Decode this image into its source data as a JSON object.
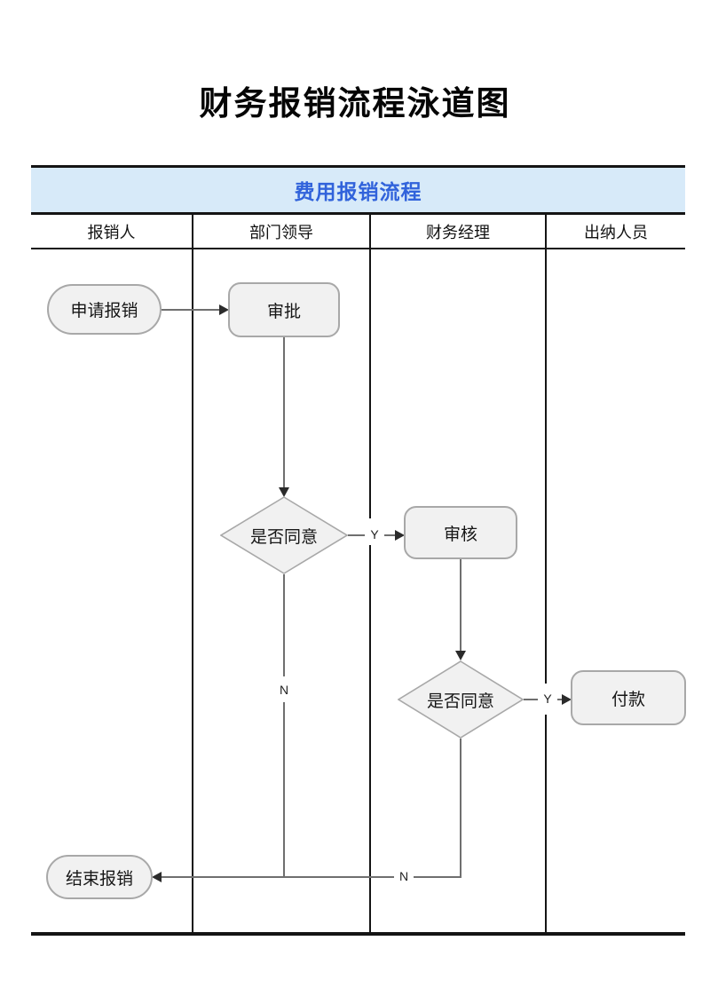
{
  "page": {
    "title": "财务报销流程泳道图"
  },
  "diagram": {
    "title": "费用报销流程",
    "lanes": [
      {
        "label": "报销人"
      },
      {
        "label": "部门领导"
      },
      {
        "label": "财务经理"
      },
      {
        "label": "出纳人员"
      }
    ],
    "nodes": {
      "start": {
        "label": "申请报销",
        "shape": "stadium"
      },
      "approve": {
        "label": "审批",
        "shape": "rounded-rect"
      },
      "decision1": {
        "label": "是否同意",
        "shape": "diamond"
      },
      "review": {
        "label": "审核",
        "shape": "rounded-rect"
      },
      "decision2": {
        "label": "是否同意",
        "shape": "diamond"
      },
      "pay": {
        "label": "付款",
        "shape": "rounded-rect"
      },
      "end": {
        "label": "结束报销",
        "shape": "stadium"
      }
    },
    "edges": {
      "decision1_yes": "Y",
      "decision1_no": "N",
      "decision2_yes": "Y",
      "decision2_no": "N"
    },
    "colors": {
      "header_bg": "#d7eaf9",
      "header_text": "#3163db",
      "shape_fill": "#f1f1f1",
      "shape_border": "#a8a8a8",
      "line": "#6f6f6f",
      "frame": "#141414"
    }
  }
}
